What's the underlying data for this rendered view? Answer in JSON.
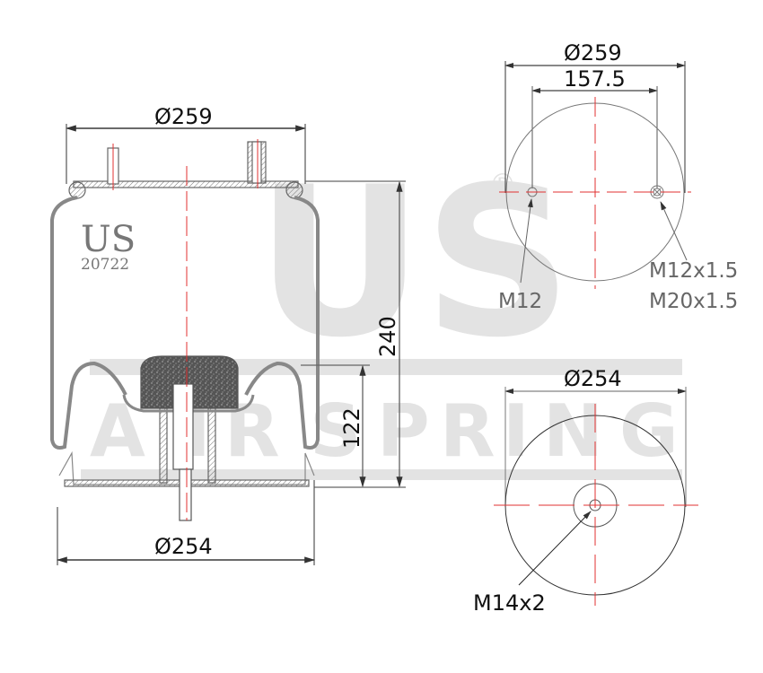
{
  "watermark": {
    "big_text": "US",
    "registered": "®",
    "bar_text": [
      "A",
      "I",
      "R",
      "S",
      "P",
      "R",
      "I",
      "N",
      "G"
    ],
    "color": "#e3e3e3"
  },
  "side_view": {
    "brand": "US",
    "part_number": "20722",
    "top_diameter": "Ø259",
    "bottom_diameter": "Ø254",
    "height": "240",
    "piston_height": "122"
  },
  "top_view": {
    "outer_diameter": "Ø259",
    "stud_spacing": "157.5",
    "left_stud": "M12",
    "right_stud_line1": "M12x1.5",
    "right_stud_line2": "M20x1.5"
  },
  "bottom_view": {
    "diameter": "Ø254",
    "center_thread": "M14x2"
  },
  "colors": {
    "outline": "#555555",
    "dimension": "#111111",
    "centerline": "#e03030",
    "label": "#666666"
  }
}
